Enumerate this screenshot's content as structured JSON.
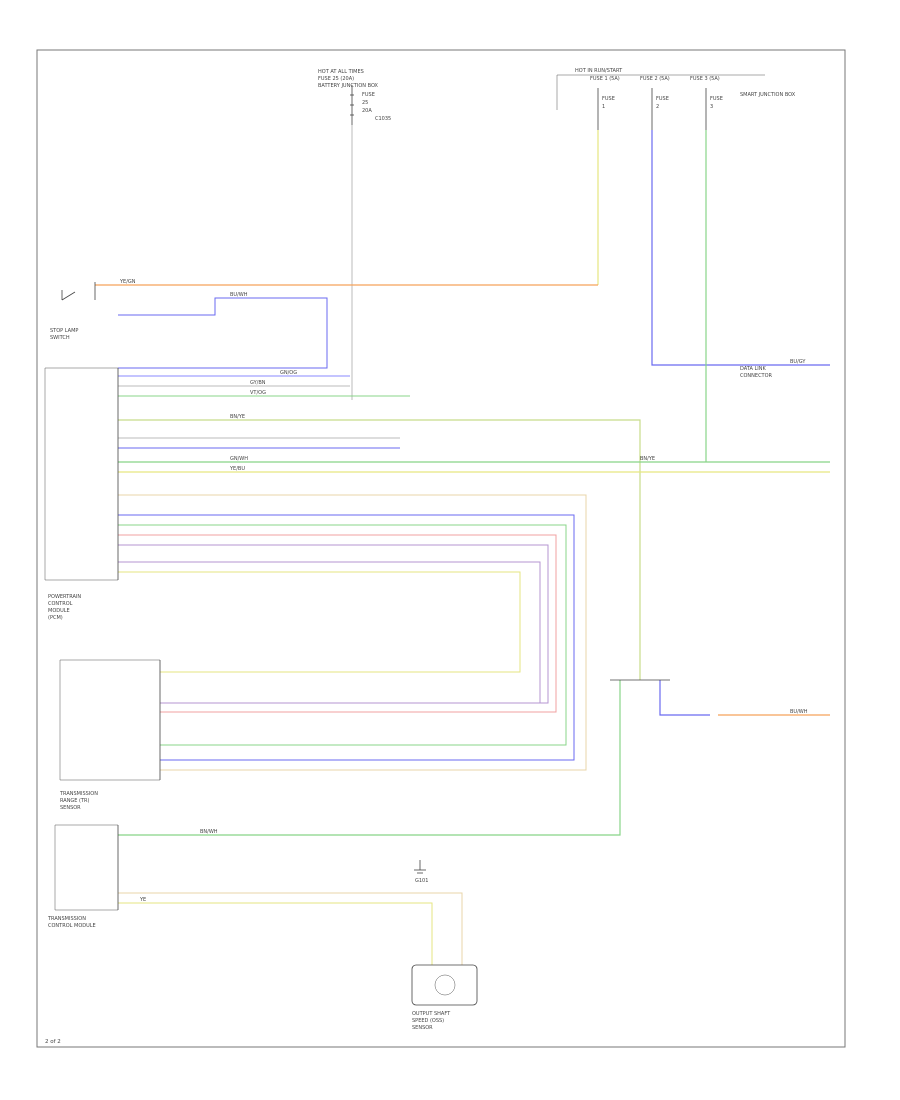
{
  "page_label": "2 of 2",
  "components": {
    "top_fuse_box": [
      "HOT AT ALL TIMES",
      "FUSE 25 (20A)",
      "BATTERY JUNCTION BOX"
    ],
    "top_relays": [
      "HOT IN RUN/START",
      "FUSE 1 (5A)",
      "FUSE 2 (5A)",
      "FUSE 3 (5A)",
      "SMART JUNCTION BOX"
    ],
    "lamp": [
      "STOP LAMP",
      "SWITCH"
    ],
    "pcm": [
      "POWERTRAIN",
      "CONTROL",
      "MODULE",
      "(PCM)"
    ],
    "tcm": [
      "TRANSMISSION",
      "CONTROL MODULE"
    ],
    "tr_sensor": [
      "TRANSMISSION",
      "RANGE (TR)",
      "SENSOR"
    ],
    "output_speed": [
      "OUTPUT SHAFT",
      "SPEED (OSS)",
      "SENSOR"
    ],
    "data_connector": [
      "DATA LINK",
      "CONNECTOR"
    ],
    "ground": [
      "G101"
    ]
  },
  "wire_labels": [
    "YE/GN",
    "BU/WH",
    "GN/OG",
    "GY/BN",
    "VT/OG",
    "BN/YE",
    "GN/WH",
    "YE/BU",
    "BU/GY",
    "BN/WH",
    "YE",
    "BN/YE",
    "BU/WH"
  ],
  "colors": {
    "orange": "#f5a25a",
    "blue": "#6a6af0",
    "green": "#88d488",
    "yellow": "#e6e680",
    "yellow_green": "#c8dc8a",
    "violet": "#b496d2",
    "pink": "#f0a0a0",
    "tan": "#e8d4a8",
    "gray": "#bbbbbb"
  }
}
